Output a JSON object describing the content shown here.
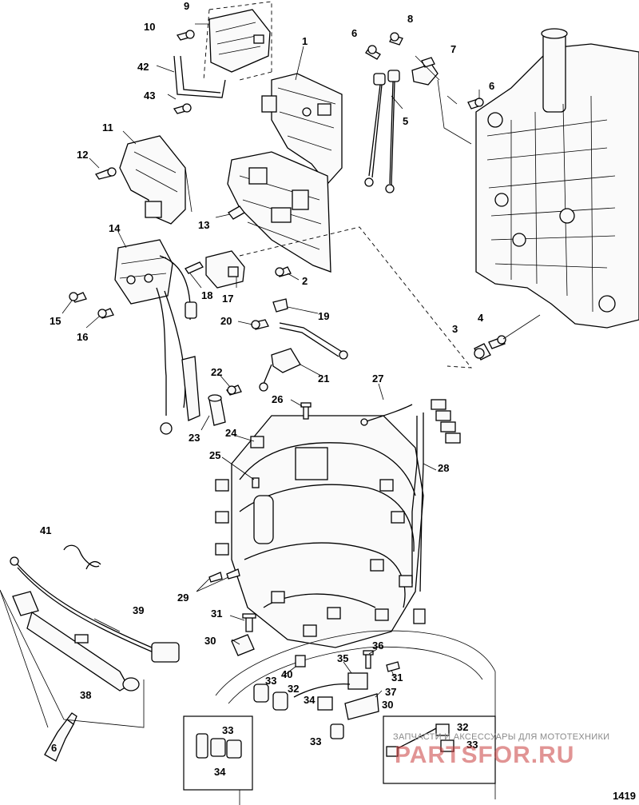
{
  "diagram": {
    "part_numbers": [
      "1",
      "2",
      "3",
      "4",
      "5",
      "6",
      "6",
      "7",
      "8",
      "9",
      "10",
      "11",
      "12",
      "13",
      "14",
      "15",
      "16",
      "17",
      "18",
      "19",
      "20",
      "21",
      "22",
      "23",
      "24",
      "25",
      "26",
      "27",
      "28",
      "29",
      "30",
      "30",
      "31",
      "31",
      "32",
      "32",
      "33",
      "33",
      "33",
      "33",
      "34",
      "34",
      "35",
      "36",
      "37",
      "38",
      "39",
      "40",
      "41",
      "42",
      "43",
      "6"
    ],
    "callouts": {
      "c1": "1",
      "c2": "2",
      "c3": "3",
      "c4": "4",
      "c5": "5",
      "c6a": "6",
      "c6b": "6",
      "c7": "7",
      "c8": "8",
      "c9": "9",
      "c10": "10",
      "c11": "11",
      "c12": "12",
      "c13": "13",
      "c14": "14",
      "c15": "15",
      "c16": "16",
      "c17": "17",
      "c18": "18",
      "c19": "19",
      "c20": "20",
      "c21": "21",
      "c22": "22",
      "c23": "23",
      "c24": "24",
      "c25": "25",
      "c26": "26",
      "c27": "27",
      "c28": "28",
      "c29": "29",
      "c30a": "30",
      "c30b": "30",
      "c31a": "31",
      "c31b": "31",
      "c32a": "32",
      "c32b": "32",
      "c33a": "33",
      "c33b": "33",
      "c33c": "33",
      "c33d": "33",
      "c34a": "34",
      "c34b": "34",
      "c35": "35",
      "c36": "36",
      "c37": "37",
      "c38": "38",
      "c39": "39",
      "c40": "40",
      "c41": "41",
      "c42": "42",
      "c43": "43",
      "c6tube": "6"
    }
  },
  "footer": {
    "figure_code": "1419"
  },
  "watermark": {
    "line1": "ЗАПЧАСТИ И АКСЕССУАРЫ ДЛЯ МОТОТЕХНИКИ",
    "brand": "PARTSFOR.RU"
  }
}
